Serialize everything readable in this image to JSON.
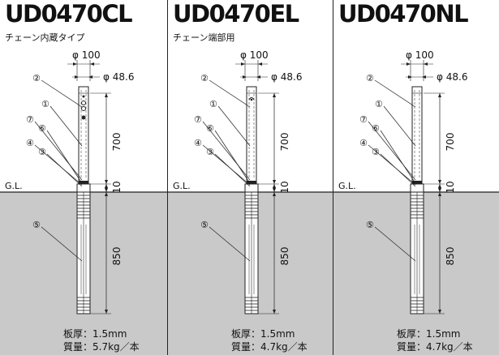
{
  "panels": [
    {
      "title": "UD0470CL",
      "subtitle": "チェーン内蔵タイプ",
      "spec_thickness": "板厚：1.5mm",
      "spec_weight": "質量：5.7kg／本",
      "head": "chain"
    },
    {
      "title": "UD0470EL",
      "subtitle": "チェーン端部用",
      "spec_thickness": "板厚：1.5mm",
      "spec_weight": "質量：4.7kg／本",
      "head": "hook"
    },
    {
      "title": "UD0470NL",
      "subtitle": "",
      "spec_thickness": "板厚：1.5mm",
      "spec_weight": "質量：4.7kg／本",
      "head": "none"
    }
  ],
  "dims": {
    "base_width": "φ 100",
    "post_diameter": "φ 48.6",
    "above_ground": "700",
    "ground_gap": "10",
    "below_ground": "850"
  },
  "ground_label": "G.L.",
  "callouts": [
    "①",
    "②",
    "③",
    "④",
    "⑤",
    "⑥",
    "⑦"
  ],
  "colors": {
    "ground": "#c9c9c9",
    "line": "#222222",
    "background": "#ffffff"
  }
}
